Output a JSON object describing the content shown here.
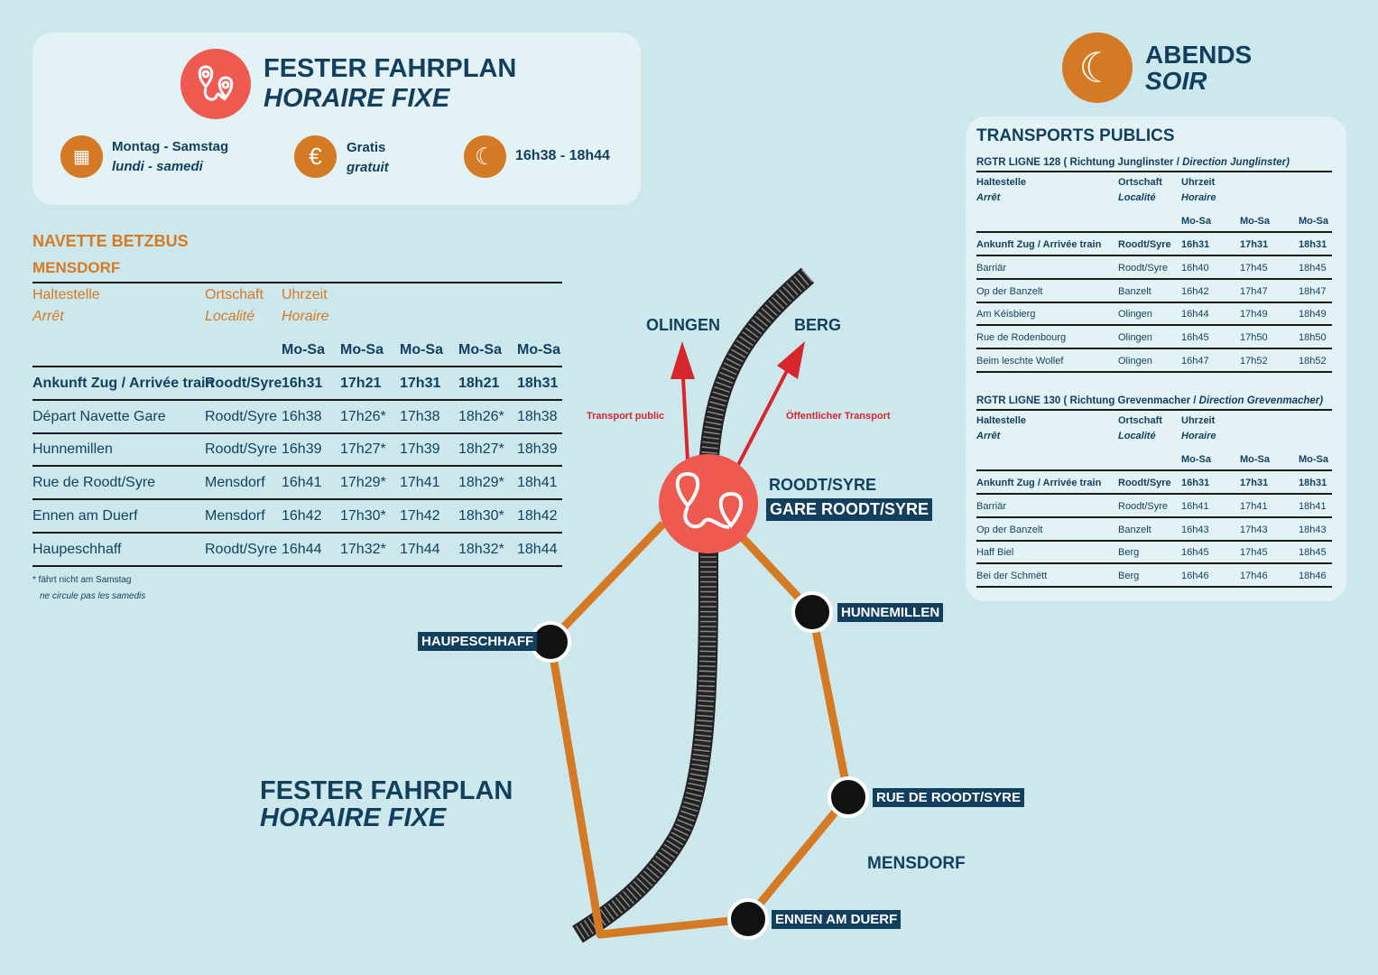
{
  "header": {
    "title_de": "FESTER FAHRPLAN",
    "title_fr": "HORAIRE FIXE",
    "days_de": "Montag - Samstag",
    "days_fr": "lundi - samedi",
    "price_de": "Gratis",
    "price_fr": "gratuit",
    "hours": "16h38 - 18h44"
  },
  "evening": {
    "de": "ABENDS",
    "fr": "SOIR"
  },
  "navette": {
    "title": "NAVETTE BETZBUS",
    "subtitle": "MENSDORF",
    "headers": {
      "stop_de": "Haltestelle",
      "stop_fr": "Arrêt",
      "place_de": "Ortschaft",
      "place_fr": "Localité",
      "time_de": "Uhrzeit",
      "time_fr": "Horaire"
    },
    "days": [
      "Mo-Sa",
      "Mo-Sa",
      "Mo-Sa",
      "Mo-Sa",
      "Mo-Sa"
    ],
    "rows": [
      {
        "stop": "Ankunft Zug / Arrivée train",
        "place": "Roodt/Syre",
        "times": [
          "16h31",
          "17h21",
          "17h31",
          "18h21",
          "18h31"
        ]
      },
      {
        "stop": "Départ Navette Gare",
        "place": "Roodt/Syre",
        "times": [
          "16h38",
          "17h26*",
          "17h38",
          "18h26*",
          "18h38"
        ]
      },
      {
        "stop": "Hunnemillen",
        "place": "Roodt/Syre",
        "times": [
          "16h39",
          "17h27*",
          "17h39",
          "18h27*",
          "18h39"
        ]
      },
      {
        "stop": "Rue de Roodt/Syre",
        "place": "Mensdorf",
        "times": [
          "16h41",
          "17h29*",
          "17h41",
          "18h29*",
          "18h41"
        ]
      },
      {
        "stop": "Ennen am Duerf",
        "place": "Mensdorf",
        "times": [
          "16h42",
          "17h30*",
          "17h42",
          "18h30*",
          "18h42"
        ]
      },
      {
        "stop": "Haupeschhaff",
        "place": "Roodt/Syre",
        "times": [
          "16h44",
          "17h32*",
          "17h44",
          "18h32*",
          "18h44"
        ]
      }
    ],
    "note_de": "* fährt nicht am Samstag",
    "note_fr": "ne circule pas les samedis"
  },
  "public": {
    "title": "TRANSPORTS PUBLICS",
    "headers": {
      "stop_de": "Haltestelle",
      "stop_fr": "Arrêt",
      "place_de": "Ortschaft",
      "place_fr": "Localité",
      "time_de": "Uhrzeit",
      "time_fr": "Horaire"
    },
    "lines": [
      {
        "title_de": "RGTR LIGNE 128 ( Richtung Junglinster / ",
        "title_fr": "Direction Junglinster)",
        "days": [
          "Mo-Sa",
          "Mo-Sa",
          "Mo-Sa"
        ],
        "rows": [
          {
            "stop": "Ankunft Zug / Arrivée train",
            "place": "Roodt/Syre",
            "times": [
              "16h31",
              "17h31",
              "18h31"
            ]
          },
          {
            "stop": "Barriär",
            "place": "Roodt/Syre",
            "times": [
              "16h40",
              "17h45",
              "18h45"
            ]
          },
          {
            "stop": "Op der Banzelt",
            "place": "Banzelt",
            "times": [
              "16h42",
              "17h47",
              "18h47"
            ]
          },
          {
            "stop": "Am Kéisbierg",
            "place": "Olingen",
            "times": [
              "16h44",
              "17h49",
              "18h49"
            ]
          },
          {
            "stop": "Rue de Rodenbourg",
            "place": "Olingen",
            "times": [
              "16h45",
              "17h50",
              "18h50"
            ]
          },
          {
            "stop": "Beim leschte Wollef",
            "place": "Olingen",
            "times": [
              "16h47",
              "17h52",
              "18h52"
            ]
          }
        ]
      },
      {
        "title_de": "RGTR LIGNE 130 ( Richtung Grevenmacher / ",
        "title_fr": "Direction Grevenmacher)",
        "days": [
          "Mo-Sa",
          "Mo-Sa",
          "Mo-Sa"
        ],
        "rows": [
          {
            "stop": "Ankunft Zug / Arrivée train",
            "place": "Roodt/Syre",
            "times": [
              "16h31",
              "17h31",
              "18h31"
            ]
          },
          {
            "stop": "Barriär",
            "place": "Roodt/Syre",
            "times": [
              "16h41",
              "17h41",
              "18h41"
            ]
          },
          {
            "stop": "Op der Banzelt",
            "place": "Banzelt",
            "times": [
              "16h43",
              "17h43",
              "18h43"
            ]
          },
          {
            "stop": "Haff Biel",
            "place": "Berg",
            "times": [
              "16h45",
              "17h45",
              "18h45"
            ]
          },
          {
            "stop": "Bei der Schmëtt",
            "place": "Berg",
            "times": [
              "16h46",
              "17h46",
              "18h46"
            ]
          }
        ]
      }
    ]
  },
  "map": {
    "olingen": "OLINGEN",
    "berg": "BERG",
    "transport_fr": "Transport public",
    "transport_de": "Öffentlicher Transport",
    "station_town": "ROODT/SYRE",
    "station": "GARE ROODT/SYRE",
    "stops": [
      "HUNNEMILLEN",
      "RUE DE ROODT/SYRE",
      "ENNEN AM DUERF",
      "HAUPESCHHAFF"
    ],
    "town": "MENSDORF",
    "title_de": "FESTER FAHRPLAN",
    "title_fr": "HORAIRE FIXE"
  },
  "colors": {
    "navy": "#123f5e",
    "orange": "#d57a24",
    "coral": "#ee5a50"
  }
}
